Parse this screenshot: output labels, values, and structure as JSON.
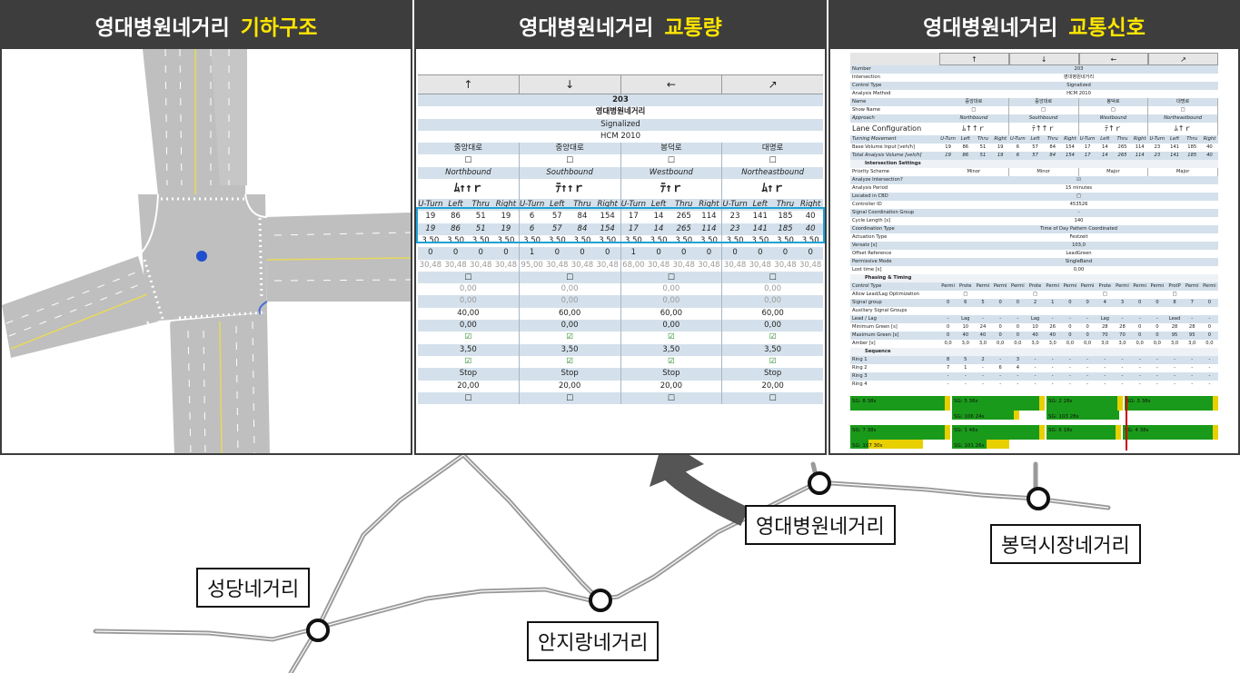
{
  "panels": {
    "geometry": {
      "title": "영대병원네거리",
      "highlight": "기하구조"
    },
    "volume": {
      "title": "영대병원네거리",
      "highlight": "교통량"
    },
    "signal": {
      "title": "영대병원네거리",
      "highlight": "교통신호"
    }
  },
  "arrows": [
    "↑",
    "↓",
    "←",
    "↗"
  ],
  "volume_table": {
    "number": "203",
    "name": "영대병원네거리",
    "control": "Signalized",
    "method": "HCM 2010",
    "roads": [
      "중앙대로",
      "중앙대로",
      "봉덕로",
      "대명로"
    ],
    "show": "□",
    "approach": [
      "Northbound",
      "Southbound",
      "Westbound",
      "Northeastbound"
    ],
    "lanes": [
      "ﾑ↑↑ｒ",
      "ﾃ↑↑ｒ",
      "ﾃ↑ｒ",
      "ﾑ↑ｒ"
    ],
    "movements": [
      "U-Turn",
      "Left",
      "Thru",
      "Right",
      "U-Turn",
      "Left",
      "Thru",
      "Right",
      "U-Turn",
      "Left",
      "Thru",
      "Right",
      "U-Turn",
      "Left",
      "Thru",
      "Right"
    ],
    "base_volume": [
      "19",
      "86",
      "51",
      "19",
      "6",
      "57",
      "84",
      "154",
      "17",
      "14",
      "265",
      "114",
      "23",
      "141",
      "185",
      "40"
    ],
    "total_volume": [
      "19",
      "86",
      "51",
      "19",
      "6",
      "57",
      "84",
      "154",
      "17",
      "14",
      "265",
      "114",
      "23",
      "141",
      "185",
      "40"
    ],
    "lane_width": [
      "3,50",
      "3,50",
      "3,50",
      "3,50",
      "3,50",
      "3,50",
      "3,50",
      "3,50",
      "3,50",
      "3,50",
      "3,50",
      "3,50",
      "3,50",
      "3,50",
      "3,50",
      "3,50"
    ],
    "storage": [
      "0",
      "0",
      "0",
      "0",
      "1",
      "0",
      "0",
      "0",
      "1",
      "0",
      "0",
      "0",
      "0",
      "0",
      "0",
      "0"
    ],
    "storage_len": [
      "30,48",
      "30,48",
      "30,48",
      "30,48",
      "95,00",
      "30,48",
      "30,48",
      "30,48",
      "68,00",
      "30,48",
      "30,48",
      "30,48",
      "30,48",
      "30,48",
      "30,48",
      "30,48"
    ],
    "zero_a": "0,00",
    "zero_b": "0,00",
    "speed": [
      "40,00",
      "60,00",
      "60,00",
      "60,00"
    ],
    "zero_c": [
      "0,00",
      "0,00",
      "0,00",
      "0,00"
    ],
    "check": "☑",
    "width2": [
      "3,50",
      "3,50",
      "3,50",
      "3,50"
    ],
    "control_type": [
      "Stop",
      "Stop",
      "Stop",
      "Stop"
    ],
    "dist": [
      "20,00",
      "20,00",
      "20,00",
      "20,00"
    ]
  },
  "signal_table": {
    "rows": [
      {
        "label": "Number",
        "value": "203"
      },
      {
        "label": "Intersection",
        "value": "영대병원네거리"
      },
      {
        "label": "Control Type",
        "value": "Signalized"
      },
      {
        "label": "Analysis Method",
        "value": "HCM 2010"
      }
    ],
    "name_label": "Name",
    "show_label": "Show Name",
    "approach_label": "Approach",
    "lane_label": "Lane Configuration",
    "move_label": "Turning Movement",
    "base_label": "Base Volume Input [veh/h]",
    "total_label": "Total Analysis Volume [veh/h]",
    "sec1": "Intersection Settings",
    "settings": [
      {
        "label": "Priority Scheme",
        "values": [
          "Minor",
          "Minor",
          "Major",
          "Major"
        ]
      }
    ],
    "settings2": [
      {
        "label": "Analyze Intersection?",
        "value": "☑"
      },
      {
        "label": "Analysis Period",
        "value": "15 minutes"
      },
      {
        "label": "Located in CBD",
        "value": "□"
      },
      {
        "label": "Controller ID",
        "value": "453526"
      },
      {
        "label": "Signal Coordination Group",
        "value": "-"
      },
      {
        "label": "Cycle Length [s]",
        "value": "140"
      },
      {
        "label": "Coordination Type",
        "value": "Time of Day Pattern Coordinated"
      },
      {
        "label": "Actuation Type",
        "value": "Festzeit"
      },
      {
        "label": "Versatz [s]",
        "value": "103,0"
      },
      {
        "label": "Offset Reference",
        "value": "LeadGreen"
      },
      {
        "label": "Permissive Mode",
        "value": "SingleBand"
      },
      {
        "label": "Lost time [s]",
        "value": "0,00"
      }
    ],
    "sec2": "Phasing & Timing",
    "phasing": [
      {
        "label": "Control Type",
        "values": [
          "Permi",
          "Prote",
          "Permi",
          "Permi",
          "Permi",
          "Prote",
          "Permi",
          "Permi",
          "Permi",
          "Prote",
          "Permi",
          "Permi",
          "Permi",
          "ProtP",
          "Permi",
          "Permi"
        ]
      },
      {
        "label": "Allow Lead/Lag Optimization",
        "values": [
          "",
          "□",
          "",
          "",
          "",
          "□",
          "",
          "",
          "",
          "□",
          "",
          "",
          "",
          "□",
          "",
          ""
        ]
      },
      {
        "label": "Signal group",
        "values": [
          "0",
          "6",
          "5",
          "0",
          "0",
          "2",
          "1",
          "0",
          "0",
          "4",
          "3",
          "0",
          "0",
          "8",
          "7",
          "0"
        ]
      },
      {
        "label": "Auxiliary Signal Groups",
        "values": [
          "",
          "",
          "",
          "",
          "",
          "",
          "",
          "",
          "",
          "",
          "",
          "",
          "",
          "",
          "",
          ""
        ]
      },
      {
        "label": "Lead / Lag",
        "values": [
          "-",
          "Lag",
          "-",
          "-",
          "-",
          "Lag",
          "-",
          "-",
          "-",
          "Lag",
          "-",
          "-",
          "-",
          "Lead",
          "-",
          "-"
        ]
      },
      {
        "label": "Minimum Green [s]",
        "values": [
          "0",
          "10",
          "24",
          "0",
          "0",
          "10",
          "26",
          "0",
          "0",
          "28",
          "28",
          "0",
          "0",
          "28",
          "28",
          "0"
        ]
      },
      {
        "label": "Maximum Green [s]",
        "values": [
          "0",
          "40",
          "40",
          "0",
          "0",
          "40",
          "40",
          "0",
          "0",
          "70",
          "70",
          "0",
          "0",
          "95",
          "95",
          "0"
        ]
      },
      {
        "label": "Amber [s]",
        "values": [
          "0,0",
          "3,0",
          "3,0",
          "0,0",
          "0,0",
          "3,0",
          "3,0",
          "0,0",
          "0,0",
          "3,0",
          "3,0",
          "0,0",
          "0,0",
          "3,0",
          "3,0",
          "0,0"
        ]
      }
    ],
    "sec3": "Sequence",
    "rings": [
      {
        "label": "Ring 1",
        "values": [
          "8",
          "5",
          "2",
          "-",
          "3",
          "-",
          "-",
          "-",
          "-",
          "-",
          "-",
          "-",
          "-",
          "-",
          "-",
          "-"
        ]
      },
      {
        "label": "Ring 2",
        "values": [
          "7",
          "1",
          "-",
          "6",
          "4",
          "-",
          "-",
          "-",
          "-",
          "-",
          "-",
          "-",
          "-",
          "-",
          "-",
          "-"
        ]
      },
      {
        "label": "Ring 3",
        "values": [
          "-",
          "-",
          "-",
          "-",
          "-",
          "-",
          "-",
          "-",
          "-",
          "-",
          "-",
          "-",
          "-",
          "-",
          "-",
          "-"
        ]
      },
      {
        "label": "Ring 4",
        "values": [
          "-",
          "-",
          "-",
          "-",
          "-",
          "-",
          "-",
          "-",
          "-",
          "-",
          "-",
          "-",
          "-",
          "-",
          "-",
          "-"
        ]
      }
    ],
    "bars_top": [
      "SG: 8   38s",
      "SG: 5   36s",
      "SG: 2   28s",
      "SG: 3   38s"
    ],
    "bars_top_sub": [
      "SG: 106  24s",
      "SG: 103  28s"
    ],
    "bars_bot": [
      "SG: 7   38s",
      "SG: 1   46s",
      "SG: 6   18s",
      "SG: 4   38s"
    ],
    "bars_bot_sub": [
      "SG: 107  30s",
      "SG: 101  26s"
    ]
  },
  "map": {
    "labels": {
      "seongdang": "성당네거리",
      "anjirang": "안지랑네거리",
      "yeongdae": "영대병원네거리",
      "bongdeok": "봉덕시장네거리"
    }
  },
  "colors": {
    "title_bg": "#3d3d3d",
    "highlight": "#ffe600",
    "table_band": "#d4e1ec",
    "select": "#1ea2d6",
    "green": "#1a9a1a",
    "yellow": "#e8d000"
  }
}
